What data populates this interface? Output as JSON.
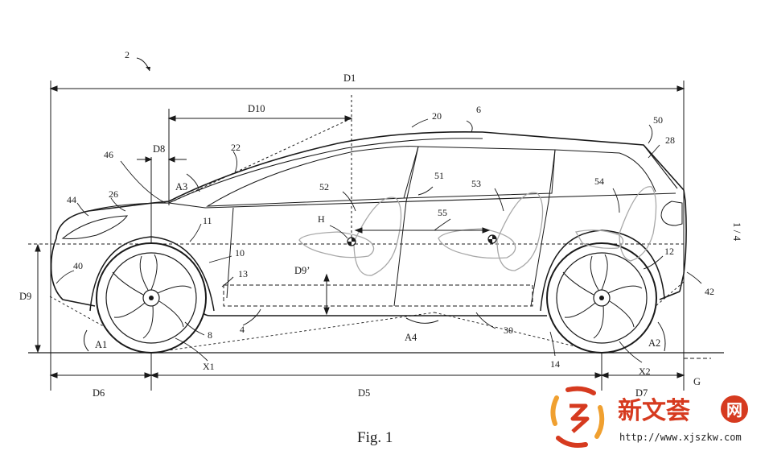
{
  "figure": {
    "ref_numeral": "2",
    "caption": "Fig. 1",
    "sheet_number": "1 / 4",
    "labels": {
      "n6": "6",
      "n20": "20",
      "n50": "50",
      "n28": "28",
      "n22": "22",
      "n46": "46",
      "n26": "26",
      "n44": "44",
      "n40": "40",
      "n11": "11",
      "n10": "10",
      "n13": "13",
      "n8": "8",
      "n4": "4",
      "n30": "30",
      "n14": "14",
      "n12": "12",
      "n42": "42",
      "n51": "51",
      "n52": "52",
      "n53": "53",
      "n54": "54",
      "n55": "55",
      "h": "H",
      "x1": "X1",
      "x2": "X2",
      "g": "G"
    },
    "dimensions": {
      "d1": "D1",
      "d10": "D10",
      "d8": "D8",
      "d9": "D9",
      "d9p": "D9’",
      "d6": "D6",
      "d5": "D5",
      "d7": "D7",
      "a1": "A1",
      "a2": "A2",
      "a3": "A3",
      "a4": "A4"
    }
  },
  "watermark": {
    "brand_cn": "新文荟",
    "badge_cn": "网",
    "url": "http://www.xjszkw.com",
    "colors": {
      "red": "#d63a1f",
      "orange": "#f0a030"
    }
  }
}
